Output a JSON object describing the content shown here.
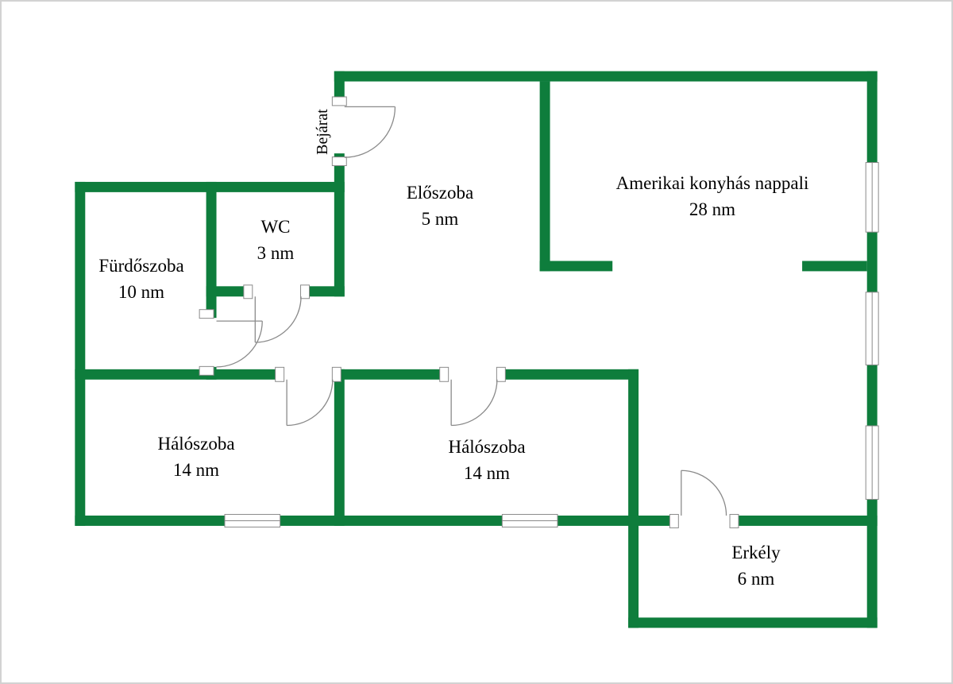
{
  "colors": {
    "wall": "#0e7d3c",
    "line": "#8a8a8a",
    "text": "#000000"
  },
  "entrance_label": "Bejárat",
  "rooms": [
    {
      "name": "Fürdőszoba",
      "area": "10 nm"
    },
    {
      "name": "WC",
      "area": "3 nm"
    },
    {
      "name": "Előszoba",
      "area": "5 nm"
    },
    {
      "name": "Amerikai konyhás nappali",
      "area": "28 nm"
    },
    {
      "name": "Hálószoba",
      "area": "14 nm"
    },
    {
      "name": "Hálószoba",
      "area": "14 nm"
    },
    {
      "name": "Erkély",
      "area": "6 nm"
    }
  ]
}
